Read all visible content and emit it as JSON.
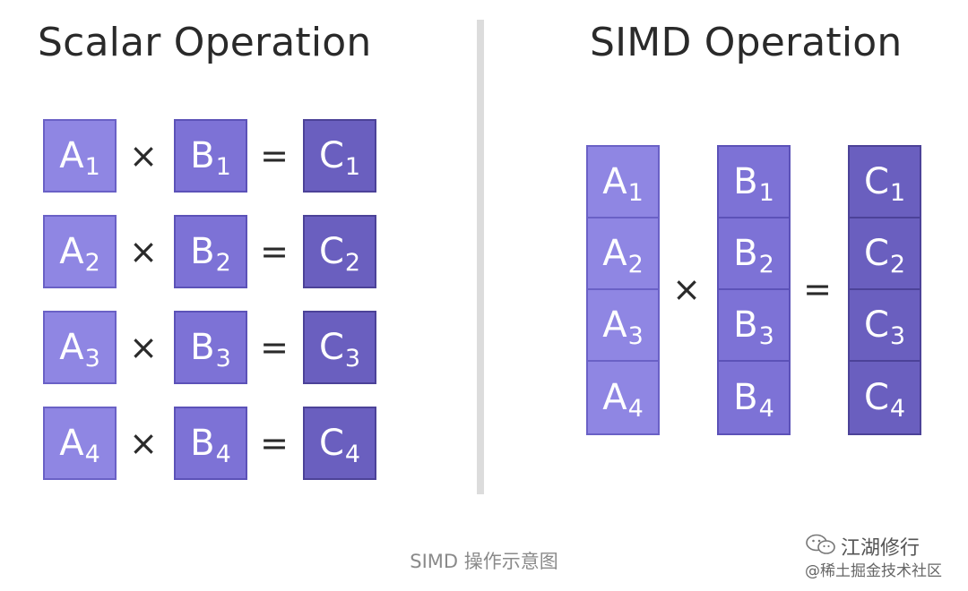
{
  "titles": {
    "scalar": "Scalar Operation",
    "simd": "SIMD Operation"
  },
  "operators": {
    "multiply": "×",
    "equals": "="
  },
  "scalar_rows": [
    {
      "a": "A",
      "a_sub": "1",
      "b": "B",
      "b_sub": "1",
      "c": "C",
      "c_sub": "1"
    },
    {
      "a": "A",
      "a_sub": "2",
      "b": "B",
      "b_sub": "2",
      "c": "C",
      "c_sub": "2"
    },
    {
      "a": "A",
      "a_sub": "3",
      "b": "B",
      "b_sub": "3",
      "c": "C",
      "c_sub": "3"
    },
    {
      "a": "A",
      "a_sub": "4",
      "b": "B",
      "b_sub": "4",
      "c": "C",
      "c_sub": "4"
    }
  ],
  "simd_columns": {
    "a": [
      {
        "letter": "A",
        "sub": "1"
      },
      {
        "letter": "A",
        "sub": "2"
      },
      {
        "letter": "A",
        "sub": "3"
      },
      {
        "letter": "A",
        "sub": "4"
      }
    ],
    "b": [
      {
        "letter": "B",
        "sub": "1"
      },
      {
        "letter": "B",
        "sub": "2"
      },
      {
        "letter": "B",
        "sub": "3"
      },
      {
        "letter": "B",
        "sub": "4"
      }
    ],
    "c": [
      {
        "letter": "C",
        "sub": "1"
      },
      {
        "letter": "C",
        "sub": "2"
      },
      {
        "letter": "C",
        "sub": "3"
      },
      {
        "letter": "C",
        "sub": "4"
      }
    ]
  },
  "caption": "SIMD 操作示意图",
  "watermark": {
    "name": "江湖修行",
    "sub": "@稀土掘金技术社区",
    "icon": "wechat-icon"
  },
  "colors": {
    "a_fill": "#8f86e3",
    "b_fill": "#7d72d6",
    "c_fill": "#6a5fbf"
  }
}
